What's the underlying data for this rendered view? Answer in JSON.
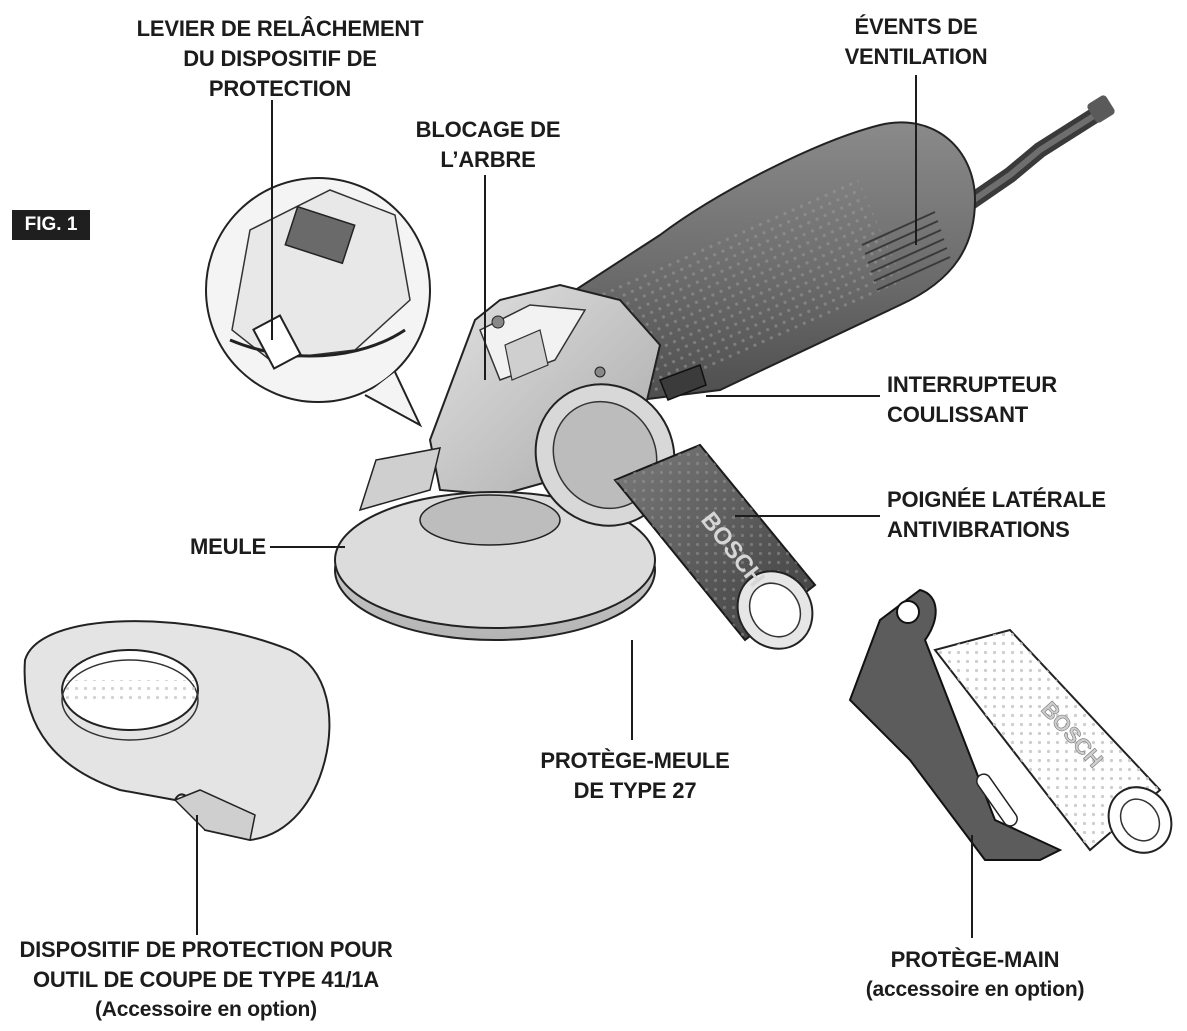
{
  "figure_label": "FIG. 1",
  "labels": {
    "guard_release_lever": [
      "LEVIER DE RELÂCHEMENT",
      "DU DISPOSITIF DE",
      "PROTECTION"
    ],
    "spindle_lock": [
      "BLOCAGE DE",
      "L’ARBRE"
    ],
    "vents": [
      "ÉVENTS DE",
      "VENTILATION"
    ],
    "slide_switch": [
      "INTERRUPTEUR",
      "COULISSANT"
    ],
    "side_handle": [
      "POIGNÉE LATÉRALE",
      "ANTIVIBRATIONS"
    ],
    "wheel": "MEULE",
    "type27_guard": [
      "PROTÈGE-MEULE",
      "DE TYPE 27"
    ],
    "type41_guard": [
      "DISPOSITIF DE PROTECTION POUR",
      "OUTIL DE COUPE DE TYPE 41/1A",
      "(Accessoire en option)"
    ],
    "hand_guard": [
      "PROTÈGE-MAIN",
      "(accessoire en option)"
    ]
  },
  "handle_brand": "BOSCH"
}
